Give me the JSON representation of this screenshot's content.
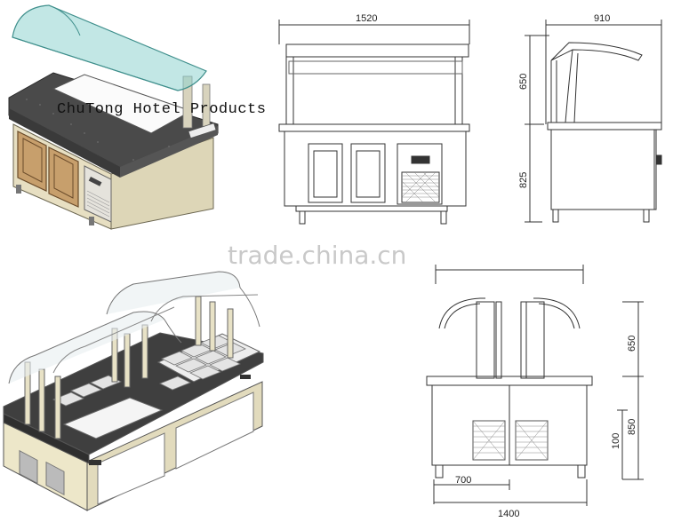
{
  "watermark_top": "ChuTong Hotel Products",
  "watermark_center": "trade.china.cn",
  "drawing_1": {
    "width_front": "1520",
    "width_side": "910",
    "height_canopy": "650",
    "height_base": "825"
  },
  "drawing_2": {
    "height_canopy": "650",
    "height_base": "850",
    "height_foot": "100",
    "width_half": "700",
    "width_total": "1400"
  }
}
